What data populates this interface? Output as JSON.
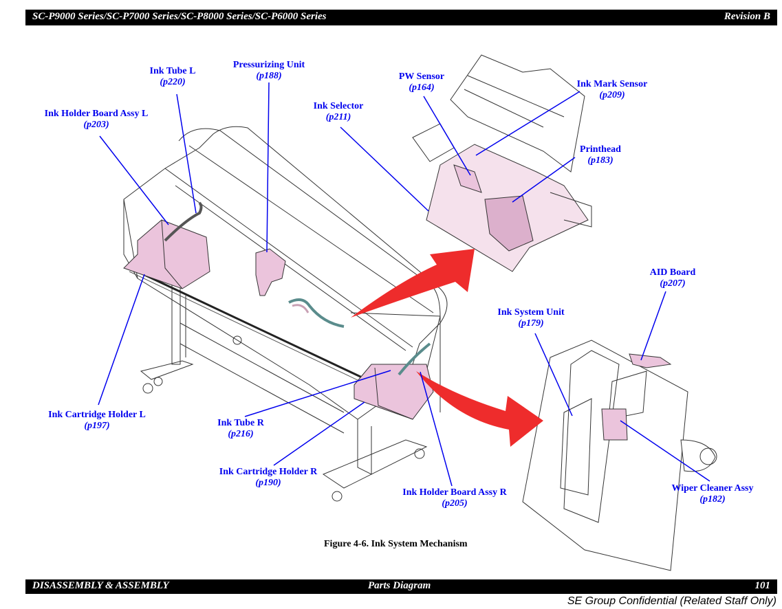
{
  "header": {
    "title": "SC-P9000 Series/SC-P7000 Series/SC-P8000 Series/SC-P6000 Series",
    "revision": "Revision B"
  },
  "figure": {
    "caption": "Figure 4-6.  Ink System Mechanism",
    "arrow_color": "#ee2c2c",
    "part_highlight_color": "#ebc4dc",
    "leader_color": "#0000ee",
    "callouts": [
      {
        "name": "Ink Tube L",
        "page": "(p220)"
      },
      {
        "name": "Pressurizing Unit",
        "page": "(p188)"
      },
      {
        "name": "Ink Holder Board Assy L",
        "page": "(p203)"
      },
      {
        "name": "PW Sensor",
        "page": "(p164)"
      },
      {
        "name": "Ink Mark Sensor",
        "page": "(p209)"
      },
      {
        "name": "Ink Selector",
        "page": "(p211)"
      },
      {
        "name": "Printhead",
        "page": "(p183)"
      },
      {
        "name": "AID Board",
        "page": "(p207)"
      },
      {
        "name": "Ink System Unit",
        "page": "(p179)"
      },
      {
        "name": "Ink Cartridge Holder L",
        "page": "(p197)"
      },
      {
        "name": "Ink Tube R",
        "page": "(p216)"
      },
      {
        "name": "Ink Cartridge Holder R",
        "page": "(p190)"
      },
      {
        "name": "Ink Holder Board Assy R",
        "page": "(p205)"
      },
      {
        "name": "Wiper Cleaner Assy",
        "page": "(p182)"
      }
    ]
  },
  "footer": {
    "section": "DISASSEMBLY & ASSEMBLY",
    "subsection": "Parts Diagram",
    "page_number": "101",
    "confidential": "SE Group Confidential (Related Staff Only)"
  }
}
